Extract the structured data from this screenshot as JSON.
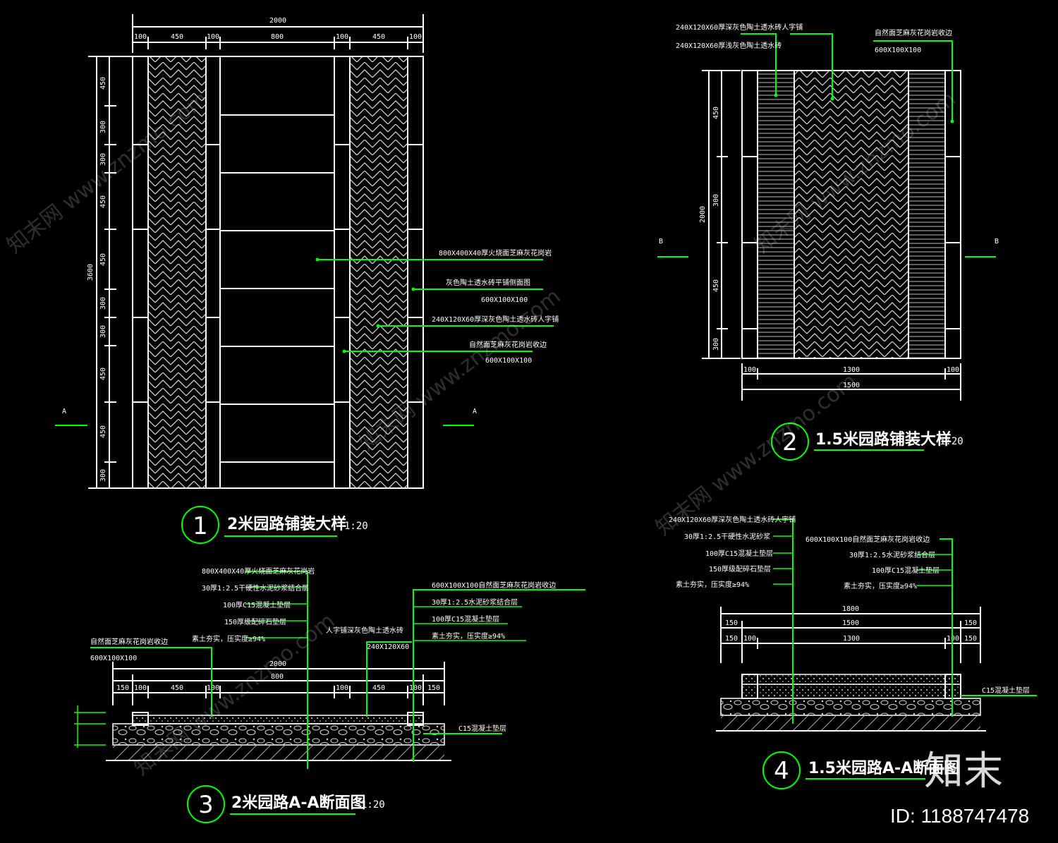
{
  "drawings": {
    "d1": {
      "number": "1",
      "title": "2米园路铺装大样",
      "scale": "1:20",
      "section_mark": "A",
      "dim_top_total": "2000",
      "dim_top_parts": [
        "100",
        "450",
        "100",
        "800",
        "100",
        "450",
        "100"
      ],
      "dim_left_total": "3600",
      "dim_left_parts": [
        "450",
        "300",
        "300",
        "450",
        "450",
        "300",
        "300",
        "450",
        "450",
        "300"
      ],
      "notes": [
        "800X400X40厚火烧面芝麻灰花岗岩",
        "灰色陶土透水砖平铺侧面图",
        "600X100X100",
        "240X120X60厚深灰色陶土透水砖人字铺",
        "自然面芝麻灰花岗岩收边",
        "600X100X100"
      ]
    },
    "d2": {
      "number": "2",
      "title": "1.5米园路铺装大样",
      "scale": "1:20",
      "section_mark": "B",
      "dim_bottom_total": "1500",
      "dim_bottom_parts": [
        "100",
        "1300",
        "100"
      ],
      "dim_left_total": "2000",
      "dim_left_parts": [
        "450",
        "300",
        "450",
        "300"
      ],
      "notes": [
        "240X120X60厚深灰色陶土透水砖人字铺",
        "240X120X60厚浅灰色陶土透水砖",
        "自然面芝麻灰花岗岩收边",
        "600X100X100"
      ]
    },
    "d3": {
      "number": "3",
      "title": "2米园路A-A断面图",
      "scale": "1:20",
      "dim_total": "2000",
      "dim_parts": [
        "150",
        "100",
        "450",
        "100",
        "800",
        "100",
        "450",
        "100",
        "150"
      ],
      "notes_center": [
        "800X400X40厚火烧面芝麻灰花岗岩",
        "30厚1:2.5干硬性水泥砂浆结合层",
        "100厚C15混凝土垫层",
        "150厚级配碎石垫层",
        "素土夯实，压实度≥94%"
      ],
      "notes_right": [
        "600X100X100自然面芝麻灰花岗岩收边",
        "30厚1:2.5水泥砂浆结合层",
        "100厚C15混凝土垫层",
        "素土夯实，压实度≥94%"
      ],
      "note_left_1": "自然面芝麻灰花岗岩收边",
      "note_left_2": "600X100X100",
      "note_mid_1": "人字铺深灰色陶土透水砖",
      "note_mid_2": "240X120X60",
      "note_base": "C15混凝土垫层"
    },
    "d4": {
      "number": "4",
      "title": "1.5米园路A-A断面图",
      "scale": "1:20",
      "dim_total": "1800",
      "dim_row2": [
        "150",
        "1500",
        "150"
      ],
      "dim_row3": [
        "150",
        "100",
        "1300",
        "100",
        "150"
      ],
      "notes_left": [
        "240X120X60厚深灰色陶土透水砖人字铺",
        "30厚1:2.5干硬性水泥砂浆",
        "100厚C15混凝土垫层",
        "150厚级配碎石垫层",
        "素土夯实，压实度≥94%"
      ],
      "notes_right": [
        "600X100X100自然面芝麻灰花岗岩收边",
        "30厚1:2.5水泥砂浆结合层",
        "100厚C15混凝土垫层",
        "素土夯实，压实度≥94%"
      ],
      "note_base": "C15混凝土垫层"
    }
  },
  "watermark": {
    "text": "知末网 www.znzmo.com",
    "brand": "知末",
    "id_label": "ID: 1188747478"
  },
  "colors": {
    "background": "#000000",
    "leader": "#00ff00",
    "linework": "#ffffff"
  }
}
